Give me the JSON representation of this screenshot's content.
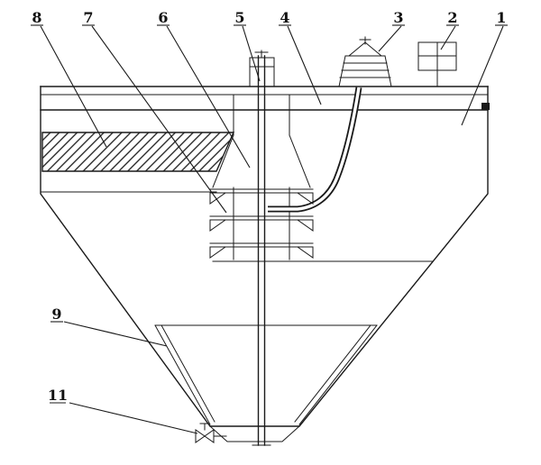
{
  "figure": {
    "background": "#ffffff",
    "line_color": "#1a1a1a"
  },
  "callouts": {
    "item1": {
      "label": "1"
    },
    "item2": {
      "label": "2"
    },
    "item3": {
      "label": "3"
    },
    "item4": {
      "label": "4"
    },
    "item5": {
      "label": "5"
    },
    "item6": {
      "label": "6"
    },
    "item7": {
      "label": "7"
    },
    "item8": {
      "label": "8"
    },
    "item9": {
      "label": "9"
    },
    "item11": {
      "label": "11"
    }
  }
}
